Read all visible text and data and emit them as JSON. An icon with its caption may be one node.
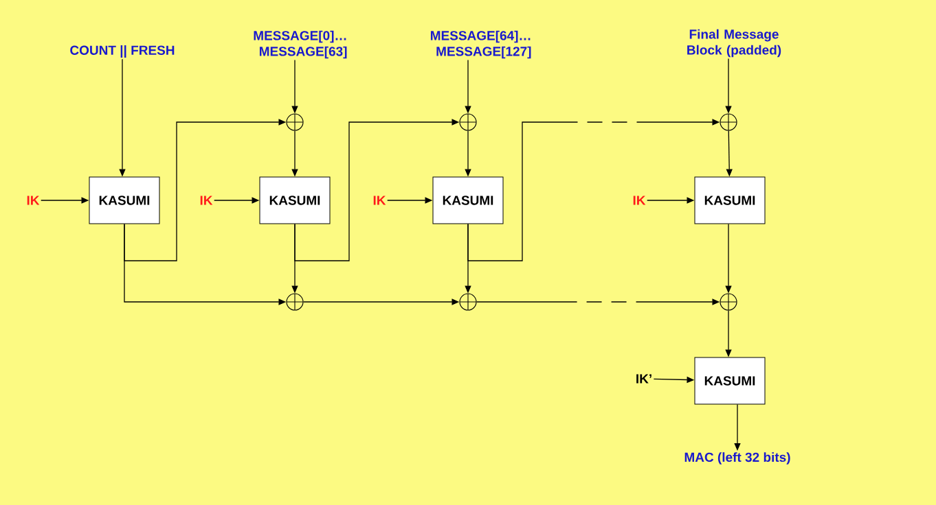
{
  "diagram": {
    "nodes": [
      {
        "text": [
          "COUNT || FRESH"
        ]
      },
      {
        "text": [
          "MESSAGE[0]… MESSAGE[63]"
        ]
      },
      {
        "text": [
          "MESSAGE[64]… MESSAGE[127]"
        ]
      },
      {
        "text": [
          "Final Message Block (padded)"
        ]
      },
      {
        "text": [
          "IK"
        ]
      },
      {
        "text": [
          "KASUMI"
        ]
      },
      {
        "text": [],
        "shape": "circle"
      },
      {
        "text": [
          "IK"
        ]
      },
      {
        "text": [
          "KASUMI"
        ]
      },
      {
        "text": [],
        "shape": "circle"
      },
      {
        "text": [
          "IK"
        ]
      },
      {
        "text": [
          "KASUMI"
        ]
      },
      {
        "text": [],
        "shape": "circle"
      },
      {
        "text": [
          "IK"
        ]
      },
      {
        "text": [
          "KASUMI"
        ]
      },
      {
        "text": [],
        "shape": "circle"
      },
      {
        "text": [],
        "shape": "circle"
      },
      {
        "text": [],
        "shape": "circle"
      },
      {
        "text": [
          "IK’"
        ]
      },
      {
        "text": [
          "KASUMI"
        ]
      },
      {
        "text": [
          "MAC (left 32 bits)"
        ]
      }
    ],
    "edges": [
      {
        "from": 0,
        "to": 5,
        "arrow": "to"
      },
      {
        "from": 4,
        "to": 5,
        "arrow": "to"
      },
      {
        "from": 5,
        "to": 6,
        "arrow": "to"
      },
      {
        "from": 5,
        "to": 15,
        "arrow": "to"
      },
      {
        "from": 1,
        "to": 6,
        "arrow": "to"
      },
      {
        "from": 6,
        "to": 8,
        "arrow": "to"
      },
      {
        "from": 7,
        "to": 8,
        "arrow": "to"
      },
      {
        "from": 8,
        "to": 9,
        "arrow": "to"
      },
      {
        "from": 8,
        "to": 15,
        "arrow": "to"
      },
      {
        "from": 2,
        "to": 9,
        "arrow": "to"
      },
      {
        "from": 9,
        "to": 11,
        "arrow": "to"
      },
      {
        "from": 10,
        "to": 11,
        "arrow": "to"
      },
      {
        "from": 11,
        "to": 12,
        "arrow": "to",
        "style": "dashed"
      },
      {
        "from": 11,
        "to": 16,
        "arrow": "to"
      },
      {
        "from": 15,
        "to": 16,
        "arrow": "to"
      },
      {
        "from": 16,
        "to": 17,
        "arrow": "to",
        "style": "dashed"
      },
      {
        "from": 3,
        "to": 12,
        "arrow": "to"
      },
      {
        "from": 12,
        "to": 14,
        "arrow": "to"
      },
      {
        "from": 13,
        "to": 14,
        "arrow": "to"
      },
      {
        "from": 14,
        "to": 17,
        "arrow": "to"
      },
      {
        "from": 17,
        "to": 19,
        "arrow": "to"
      },
      {
        "from": 18,
        "to": 19,
        "arrow": "to"
      },
      {
        "from": 19,
        "to": 20,
        "arrow": "to"
      }
    ]
  }
}
